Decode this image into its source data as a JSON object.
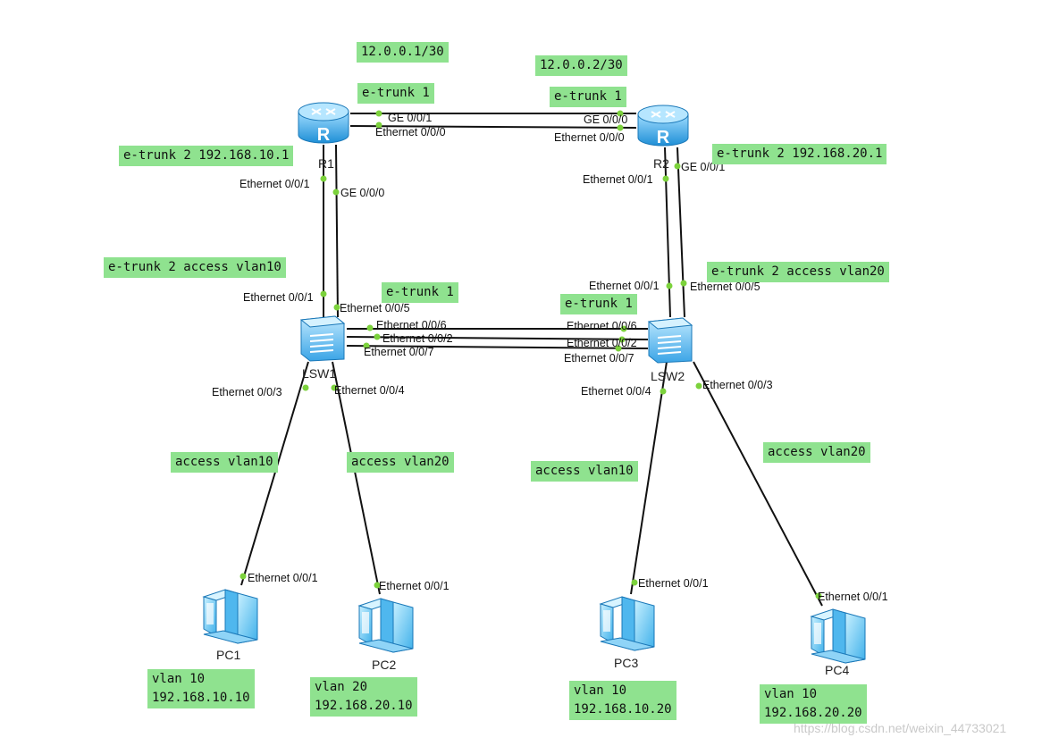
{
  "devices": {
    "r1": "R1",
    "r2": "R2",
    "lsw1": "LSW1",
    "lsw2": "LSW2",
    "pc1": "PC1",
    "pc2": "PC2",
    "pc3": "PC3",
    "pc4": "PC4"
  },
  "ports": {
    "r1_ge001": "GE 0/0/1",
    "r1_eth000": "Ethernet 0/0/0",
    "r1_eth001": "Ethernet 0/0/1",
    "r1_ge000": "GE 0/0/0",
    "r2_ge000": "GE 0/0/0",
    "r2_eth000": "Ethernet 0/0/0",
    "r2_eth001": "Ethernet 0/0/1",
    "r2_ge001": "GE 0/0/1",
    "lsw1_eth001": "Ethernet 0/0/1",
    "lsw1_eth005": "Ethernet 0/0/5",
    "lsw1_eth006": "Ethernet 0/0/6",
    "lsw1_eth002": "Ethernet 0/0/2",
    "lsw1_eth007": "Ethernet 0/0/7",
    "lsw1_eth003": "Ethernet 0/0/3",
    "lsw1_eth004": "Ethernet 0/0/4",
    "lsw2_eth001": "Ethernet 0/0/1",
    "lsw2_eth005": "Ethernet 0/0/5",
    "lsw2_eth006": "Ethernet 0/0/6",
    "lsw2_eth002": "Ethernet 0/0/2",
    "lsw2_eth007": "Ethernet 0/0/7",
    "lsw2_eth004": "Ethernet 0/0/4",
    "lsw2_eth003": "Ethernet 0/0/3",
    "pc1_eth001": "Ethernet 0/0/1",
    "pc2_eth001": "Ethernet 0/0/1",
    "pc3_eth001": "Ethernet 0/0/1",
    "pc4_eth001": "Ethernet 0/0/1"
  },
  "notes": {
    "r1_ip": "12.0.0.1/30",
    "r2_ip": "12.0.0.2/30",
    "r1_etrunk1": "e-trunk 1",
    "r2_etrunk1": "e-trunk 1",
    "r1_etrunk2": "e-trunk 2 192.168.10.1",
    "r2_etrunk2": "e-trunk 2 192.168.20.1",
    "lsw1_etrunk2": "e-trunk 2 access vlan10",
    "lsw2_etrunk2": "e-trunk 2 access vlan20",
    "lsw1_etrunk1": "e-trunk 1",
    "lsw2_etrunk1": "e-trunk 1",
    "pc1_access": "access vlan10",
    "pc2_access": "access vlan20",
    "pc3_access": "access vlan10",
    "pc4_access": "access vlan20",
    "pc1_info": "vlan 10\n192.168.10.10",
    "pc2_info": "vlan 20\n192.168.20.10",
    "pc3_info": "vlan 10\n192.168.10.20",
    "pc4_info": "vlan 10\n192.168.20.20"
  },
  "colors": {
    "note_bg": "#8fe28f",
    "port_dot": "#7cd23c",
    "link": "#111111",
    "device_blue": "#2f9fe0"
  },
  "watermark": "https://blog.csdn.net/weixin_44733021"
}
